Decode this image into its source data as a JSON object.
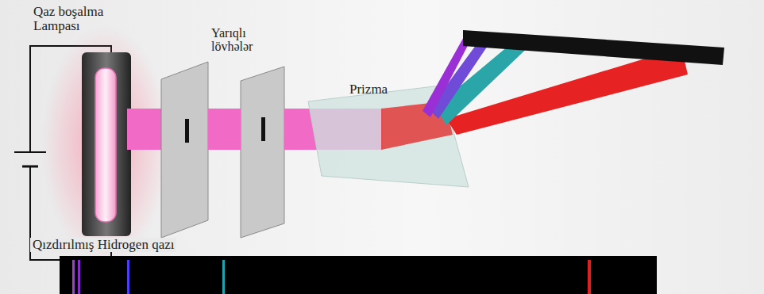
{
  "diagram": {
    "labels": [
      "Qaz boşalma Lampası",
      "Yarıqlı lövhələr",
      "Prizma",
      "Qızdırılmış Hidrogen qazı"
    ]
  }
}
